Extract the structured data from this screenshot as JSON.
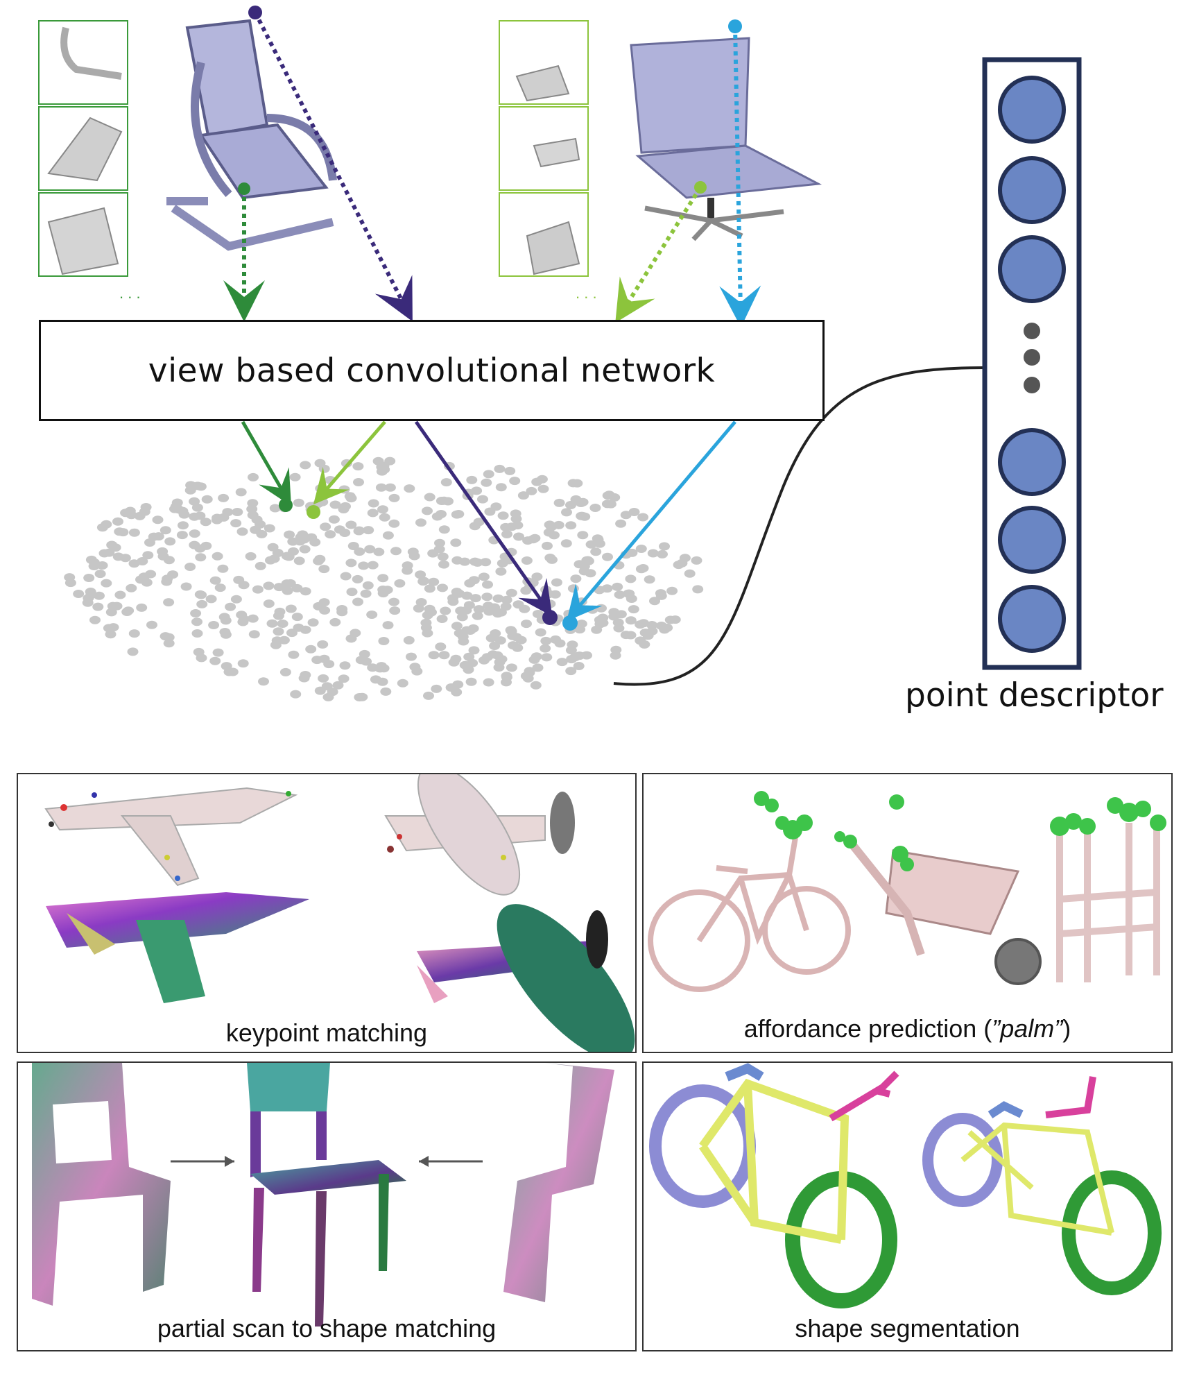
{
  "network": {
    "label": "view based convolutional network"
  },
  "descriptor": {
    "label": "point descriptor",
    "fill_color": "#6a86c4",
    "border_color": "#233055"
  },
  "colors": {
    "dark_green": "#2e8b3a",
    "light_green": "#8cc43c",
    "purple": "#3a2a7a",
    "blue": "#2aa4dc",
    "point_cloud": "#c6c6c6"
  },
  "panels": {
    "keypoint": {
      "caption": "keypoint matching"
    },
    "affordance": {
      "caption_prefix": "affordance prediction (",
      "caption_italic": "”palm”",
      "caption_suffix": ")"
    },
    "partial_scan": {
      "caption": "partial scan to shape matching"
    },
    "segmentation": {
      "caption": "shape segmentation"
    }
  }
}
